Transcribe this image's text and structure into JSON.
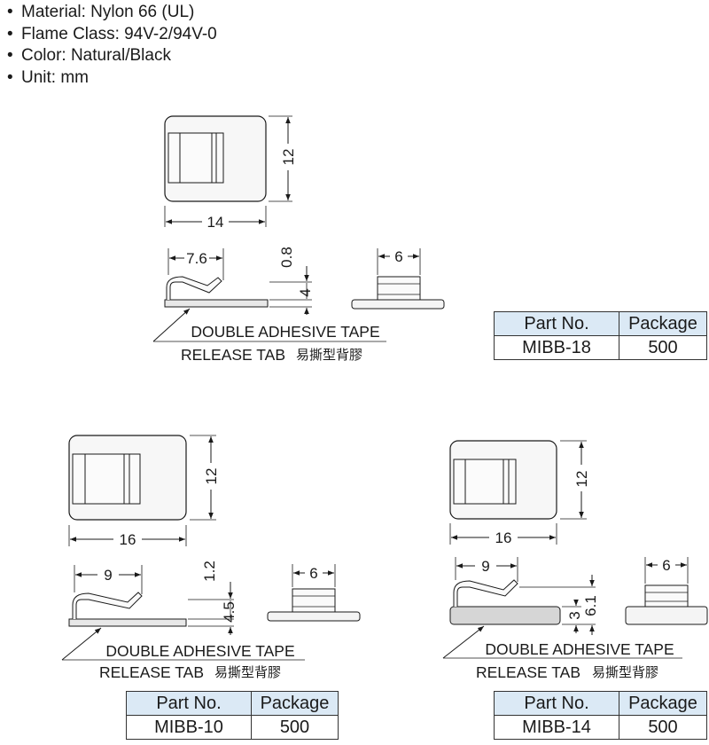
{
  "specs": [
    {
      "text": "Material: Nylon 66 (UL)"
    },
    {
      "text": "Flame Class: 94V-2/94V-0"
    },
    {
      "text": "Color: Natural/Black"
    },
    {
      "text": "Unit: mm"
    }
  ],
  "bullet": "•",
  "tape_label": "DOUBLE ADHESIVE TAPE",
  "release_label": "RELEASE TAB",
  "release_label_cjk": "易撕型背膠",
  "table_headers": {
    "part": "Part No.",
    "package": "Package"
  },
  "products": [
    {
      "part_no": "MIBB-18",
      "package": "500",
      "dims": {
        "width": "14",
        "height": "12",
        "tab_len": "7.6",
        "thickness": "0.8",
        "side_h": "4",
        "end_w": "6"
      }
    },
    {
      "part_no": "MIBB-10",
      "package": "500",
      "dims": {
        "width": "16",
        "height": "12",
        "tab_len": "9",
        "thickness": "1.2",
        "side_h": "4.5",
        "end_w": "6"
      }
    },
    {
      "part_no": "MIBB-14",
      "package": "500",
      "dims": {
        "width": "16",
        "height": "12",
        "tab_len": "9",
        "thickness": "3",
        "side_h": "6.1",
        "end_w": "6"
      }
    }
  ]
}
